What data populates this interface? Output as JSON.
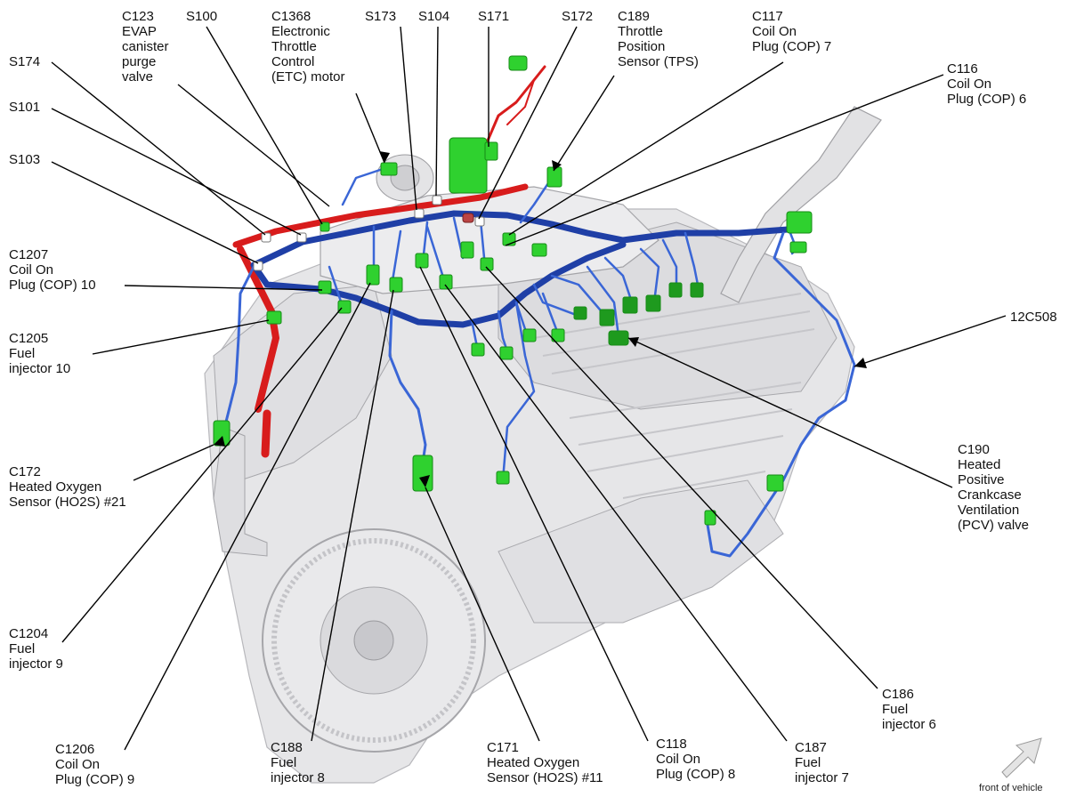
{
  "labels": [
    {
      "id": "c123",
      "lines": [
        "C123",
        "EVAP",
        "canister",
        "purge",
        "valve"
      ]
    },
    {
      "id": "s100",
      "lines": [
        "S100"
      ]
    },
    {
      "id": "c1368",
      "lines": [
        "C1368",
        "Electronic",
        "Throttle",
        "Control",
        "(ETC) motor"
      ]
    },
    {
      "id": "s173",
      "lines": [
        "S173"
      ]
    },
    {
      "id": "s104",
      "lines": [
        "S104"
      ]
    },
    {
      "id": "s171",
      "lines": [
        "S171"
      ]
    },
    {
      "id": "s172",
      "lines": [
        "S172"
      ]
    },
    {
      "id": "c189",
      "lines": [
        "C189",
        "Throttle",
        "Position",
        "Sensor (TPS)"
      ]
    },
    {
      "id": "c117",
      "lines": [
        "C117",
        "Coil On",
        "Plug (COP) 7"
      ]
    },
    {
      "id": "c116",
      "lines": [
        "C116",
        "Coil On",
        "Plug (COP) 6"
      ]
    },
    {
      "id": "s174",
      "lines": [
        "S174"
      ]
    },
    {
      "id": "s101",
      "lines": [
        "S101"
      ]
    },
    {
      "id": "s103",
      "lines": [
        "S103"
      ]
    },
    {
      "id": "c1207",
      "lines": [
        "C1207",
        "Coil On",
        "Plug (COP) 10"
      ]
    },
    {
      "id": "c1205",
      "lines": [
        "C1205",
        "Fuel",
        "injector 10"
      ]
    },
    {
      "id": "c172",
      "lines": [
        "C172",
        "Heated Oxygen",
        "Sensor (HO2S) #21"
      ]
    },
    {
      "id": "c1204",
      "lines": [
        "C1204",
        "Fuel",
        "injector 9"
      ]
    },
    {
      "id": "c1206",
      "lines": [
        "C1206",
        "Coil On",
        "Plug (COP) 9"
      ]
    },
    {
      "id": "c188",
      "lines": [
        "C188",
        "Fuel",
        "injector 8"
      ]
    },
    {
      "id": "c171",
      "lines": [
        "C171",
        "Heated Oxygen",
        "Sensor (HO2S) #11"
      ]
    },
    {
      "id": "c118",
      "lines": [
        "C118",
        "Coil On",
        "Plug (COP) 8"
      ]
    },
    {
      "id": "c187",
      "lines": [
        "C187",
        "Fuel",
        "injector 7"
      ]
    },
    {
      "id": "c186",
      "lines": [
        "C186",
        "Fuel",
        "injector 6"
      ]
    },
    {
      "id": "c190",
      "lines": [
        "C190",
        "Heated",
        "Positive",
        "Crankcase",
        "Ventilation",
        "(PCV) valve"
      ]
    },
    {
      "id": "h12c508",
      "lines": [
        "12C508"
      ]
    }
  ],
  "front_of_vehicle": "front of vehicle",
  "colors": {
    "engine_fill": "#e8e8ea",
    "engine_stroke": "#b4b4b8",
    "harness_main": "#1f3fa6",
    "harness_light": "#3a66d6",
    "harness_red": "#d81c1c",
    "connector": "#2fd12f",
    "connector_dark": "#168a16",
    "leader": "#000000"
  }
}
